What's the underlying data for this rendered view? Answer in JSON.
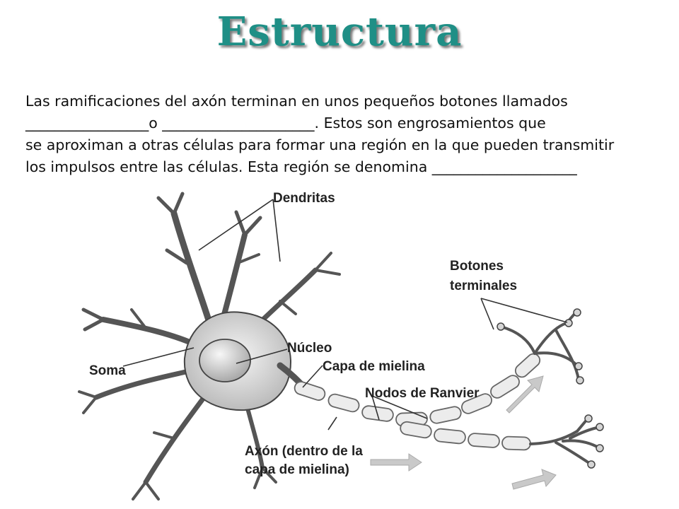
{
  "slide": {
    "title": "Estructura",
    "text_lines": [
      "Las ramificaciones del axón terminan en unos pequeños botones llamados",
      "_________________o _____________________. Estos son engrosamientos que",
      "se aproximan a otras células para formar una región en la que pueden transmitir",
      "los impulsos entre las células. Esta región se denomina ____________________"
    ]
  },
  "diagram": {
    "labels": {
      "dendritas": "Dendritas",
      "botones_1": "Botones",
      "botones_2": "terminales",
      "nucleo": "Núcleo",
      "soma": "Soma",
      "mielina": "Capa de mielina",
      "ranvier": "Nodos de Ranvier",
      "axon_1": "Axón (dentro de la",
      "axon_2": "capa de mielina)"
    },
    "colors": {
      "title": "#1f8f86",
      "lines": "#444444",
      "fill": "#e6e6e6"
    }
  }
}
